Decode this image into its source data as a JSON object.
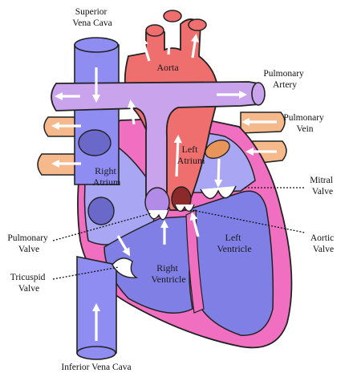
{
  "labels": {
    "superior_vena_cava": [
      "Superior",
      "Vena Cava"
    ],
    "aorta": "Aorta",
    "pulmonary_artery": [
      "Pulmonary",
      "Artery"
    ],
    "pulmonary_vein": [
      "Pulmonary",
      "Vein"
    ],
    "right_atrium": [
      "Right",
      "Atrium"
    ],
    "left_atrium": [
      "Left",
      "Atrium"
    ],
    "mitral_valve": [
      "Mitral",
      "Valve"
    ],
    "pulmonary_valve": [
      "Pulmonary",
      "Valve"
    ],
    "aortic_valve": [
      "Aortic",
      "Valve"
    ],
    "left_ventricle": [
      "Left",
      "Ventricle"
    ],
    "right_ventricle": [
      "Right",
      "Ventricle"
    ],
    "tricuspid_valve": [
      "Tricuspid",
      "Valve"
    ],
    "inferior_vena_cava": "Inferior Vena Cava"
  },
  "colors": {
    "vena_cava": "#8f8cf2",
    "right_side": "#a9a7f4",
    "aorta": "#ef6f6f",
    "pulmonary_artery": "#c9a3ec",
    "pulmonary_vein": "#f5b98b",
    "heart_wall": "#f06fc0",
    "left_chamber": "#7f7fe6",
    "valve": "#8a2a2a",
    "outline": "#222222",
    "arrow": "#ffffff"
  }
}
